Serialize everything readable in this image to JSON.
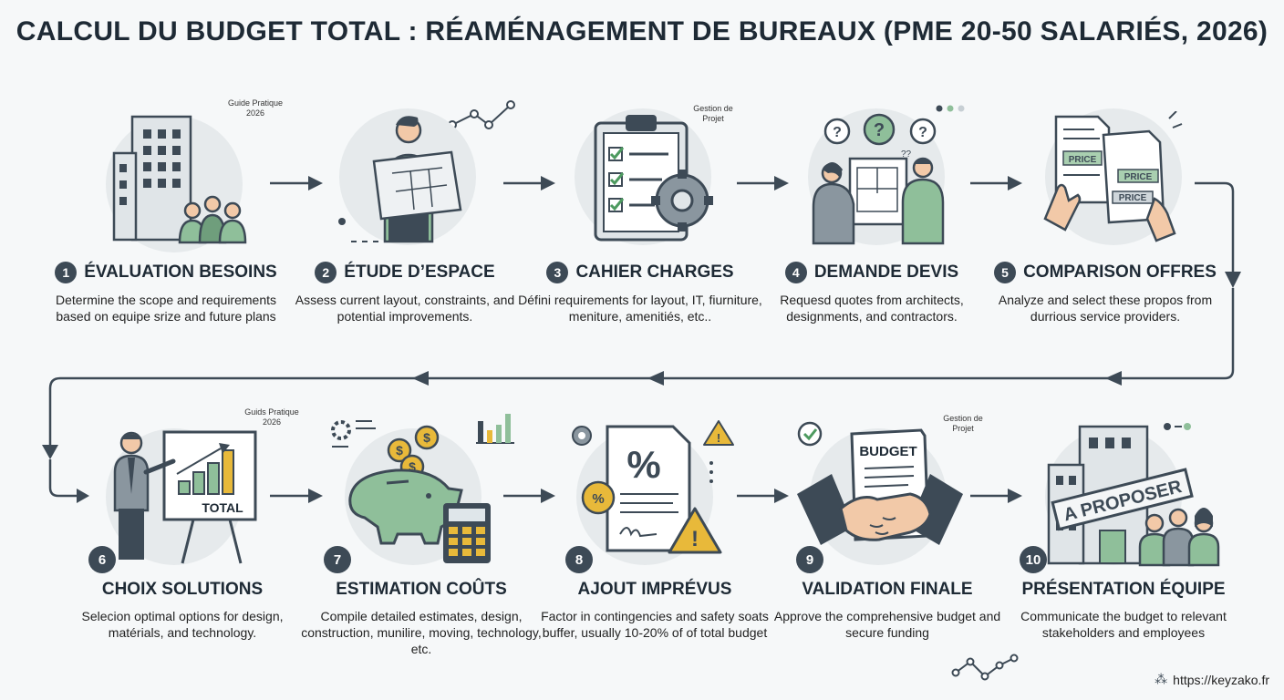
{
  "title": "CALCUL DU BUDGET TOTAL : RÉAMÉNAGEMENT DE BUREAUX (PME 20-50 SALARIÉS, 2026)",
  "annotations": {
    "a1": "Guide Pratique 2026",
    "a3": "Gestion de Projet",
    "a6": "Guids Pratique 2026",
    "a9": "Gestion de Projet"
  },
  "illustration_text": {
    "price1": "PRICE",
    "price2": "PRICE",
    "price3": "PRICE",
    "total": "TOTAL",
    "budget": "BUDGET",
    "proposer": "A PROPOSER",
    "qq": "??"
  },
  "steps": [
    {
      "number": "1",
      "title": "ÉVALUATION BESOINS",
      "description": "Determine the scope and requirements based on equipe srize and future plans"
    },
    {
      "number": "2",
      "title": "ÉTUDE D’ESPACE",
      "description": "Assess current layout, constraints, and potential improvements."
    },
    {
      "number": "3",
      "title": "CAHIER CHARGES",
      "description": "Défini requirements for layout, IT, fiurniture, meniture, amenitiés, etc.."
    },
    {
      "number": "4",
      "title": "DEMANDE DEVIS",
      "description": "Requesd quotes from architects, designments, and contractors."
    },
    {
      "number": "5",
      "title": "COMPARISON OFFRES",
      "description": "Analyze and select these propos from durrious service providers."
    },
    {
      "number": "6",
      "title": "CHOIX SOLUTIONS",
      "description": "Selecion optimal options for design, matérials, and technology."
    },
    {
      "number": "7",
      "title": "ESTIMATION COÛTS",
      "description": "Compile detailed estimates, design, construction, munilire, moving, technology, etc."
    },
    {
      "number": "8",
      "title": "AJOUT IMPRÉVUS",
      "description": "Factor in contingencies and safety soats buffer, usually 10-20% of of total budget"
    },
    {
      "number": "9",
      "title": "VALIDATION FINALE",
      "description": "Approve the comprehensive budget and secure funding"
    },
    {
      "number": "10",
      "title": "PRÉSENTATION ÉQUIPE",
      "description": "Communicate the budget to relevant stakeholders and employees"
    }
  ],
  "footer": {
    "url": "https://keyzako.fr"
  },
  "colors": {
    "dark": "#3d4a56",
    "green": "#8fbf9a",
    "bg_circle": "#e6eaec",
    "gold": "#e8b93a"
  }
}
